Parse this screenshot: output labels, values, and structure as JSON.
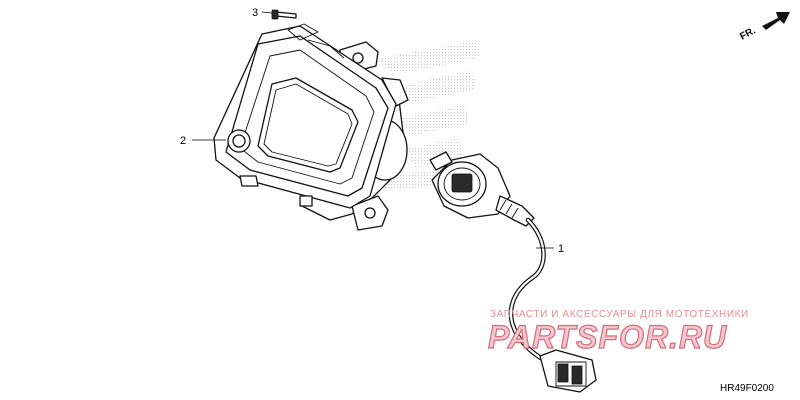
{
  "diagram": {
    "callouts": [
      {
        "id": "1",
        "label": "1"
      },
      {
        "id": "2",
        "label": "2"
      },
      {
        "id": "3",
        "label": "3"
      }
    ],
    "direction_label": "FR.",
    "figure_code": "HR49F0200"
  },
  "watermark": {
    "tagline": "ЗАПЧАСТИ И АКСЕССУАРЫ ДЛЯ МОТОТЕХНИКИ",
    "logo_text": "PARTSFOR.RU",
    "color": "#d96b7d"
  }
}
